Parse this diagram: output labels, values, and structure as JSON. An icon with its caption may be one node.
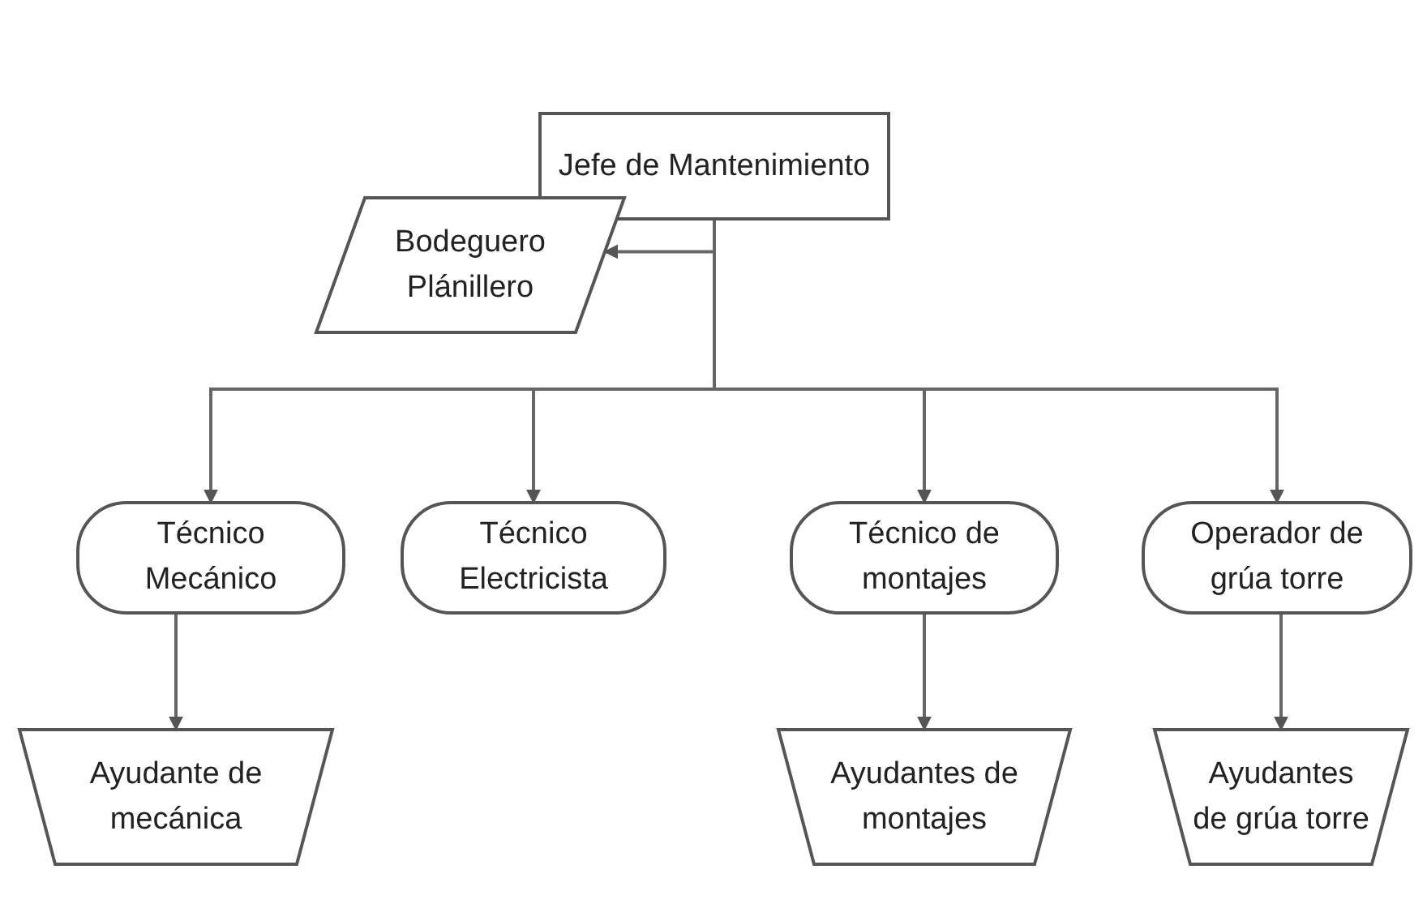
{
  "diagram": {
    "nodes": [
      {
        "text": [
          "Jefe de Mantenimiento"
        ]
      },
      {
        "text": [
          "Bodeguero Plánillero"
        ]
      },
      {
        "text": [
          "Técnico Mecánico"
        ]
      },
      {
        "text": [
          "Técnico Electricista"
        ]
      },
      {
        "text": [
          "Técnico de montajes"
        ]
      },
      {
        "text": [
          "Operador de grúa torre"
        ]
      },
      {
        "text": [
          "Ayudante de mecánica"
        ]
      },
      {
        "text": [
          "Ayudantes de montajes"
        ]
      },
      {
        "text": [
          "Ayudantes de grúa torre"
        ]
      }
    ],
    "edges": [
      {
        "from": 0,
        "to": 1,
        "arrow": "to"
      },
      {
        "from": 0,
        "to": 2,
        "arrow": "to"
      },
      {
        "from": 0,
        "to": 3,
        "arrow": "to"
      },
      {
        "from": 0,
        "to": 4,
        "arrow": "to"
      },
      {
        "from": 0,
        "to": 5,
        "arrow": "to"
      },
      {
        "from": 2,
        "to": 6,
        "arrow": "to"
      },
      {
        "from": 4,
        "to": 7,
        "arrow": "to"
      },
      {
        "from": 5,
        "to": 8,
        "arrow": "to"
      }
    ]
  }
}
